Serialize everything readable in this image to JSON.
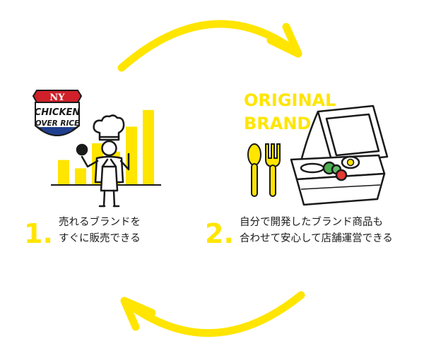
{
  "colors": {
    "accent": "#FFE500",
    "ink": "#1a1a1a",
    "shield_red": "#d0202a",
    "shield_blue": "#1f3f8f"
  },
  "logo": {
    "top": "NY",
    "line1": "CHICKEN",
    "line2": "OVER RICE"
  },
  "brand": {
    "line1": "ORIGINAL",
    "line2": "BRAND"
  },
  "steps": [
    {
      "number": "1.",
      "line1": "売れるブランドを",
      "line2": "すぐに販売できる"
    },
    {
      "number": "2.",
      "line1": "自分で開発したブランド商品も",
      "line2": "合わせて安心して店舗運営できる"
    }
  ],
  "chart_data": {
    "type": "bar",
    "categories": [
      "",
      "",
      "",
      "",
      "",
      ""
    ],
    "values": [
      3,
      2,
      5,
      4,
      7,
      9
    ],
    "ylim": [
      0,
      10
    ],
    "grid": false
  }
}
